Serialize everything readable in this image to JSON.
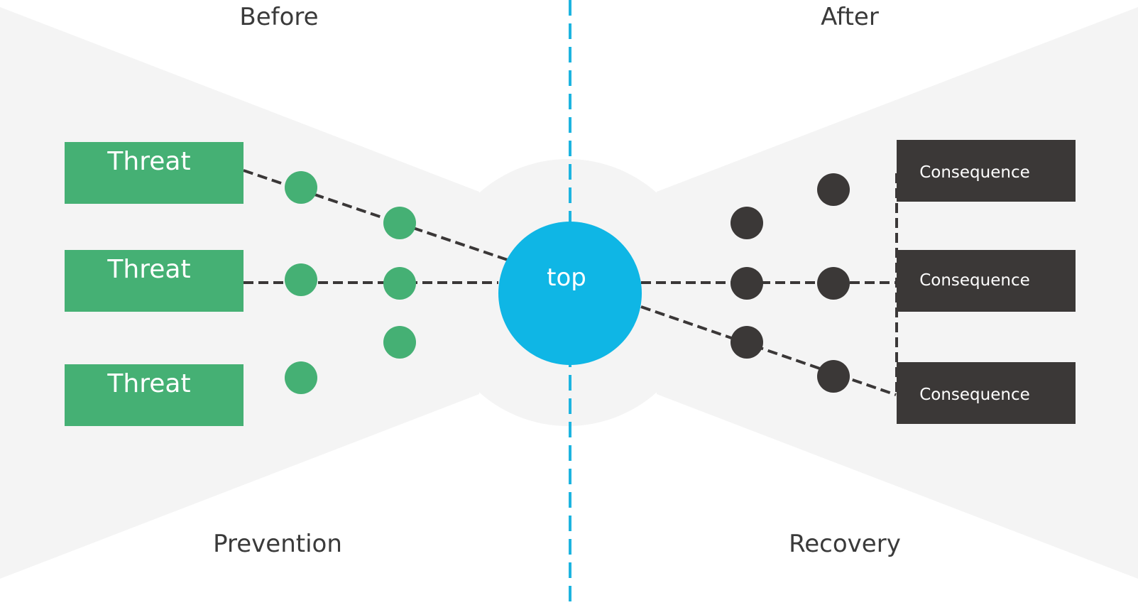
{
  "diagram": {
    "before_label": "Before",
    "after_label": "After",
    "prevention_label": "Prevention",
    "recovery_label": "Recovery",
    "center_label": "top",
    "threats": [
      {
        "label": "Threat"
      },
      {
        "label": "Threat"
      },
      {
        "label": "Threat"
      }
    ],
    "consequences": [
      {
        "label": "Consequence"
      },
      {
        "label": "Consequence"
      },
      {
        "label": "Consequence"
      }
    ]
  },
  "colors": {
    "threat": "#45b074",
    "barrier_prevention": "#45b074",
    "consequence": "#3b3837",
    "barrier_recovery": "#3b3837",
    "center": "#0fb6e5",
    "divider": "#1db4e0",
    "background_shape": "#f4f4f4",
    "connector": "#3a3737"
  }
}
